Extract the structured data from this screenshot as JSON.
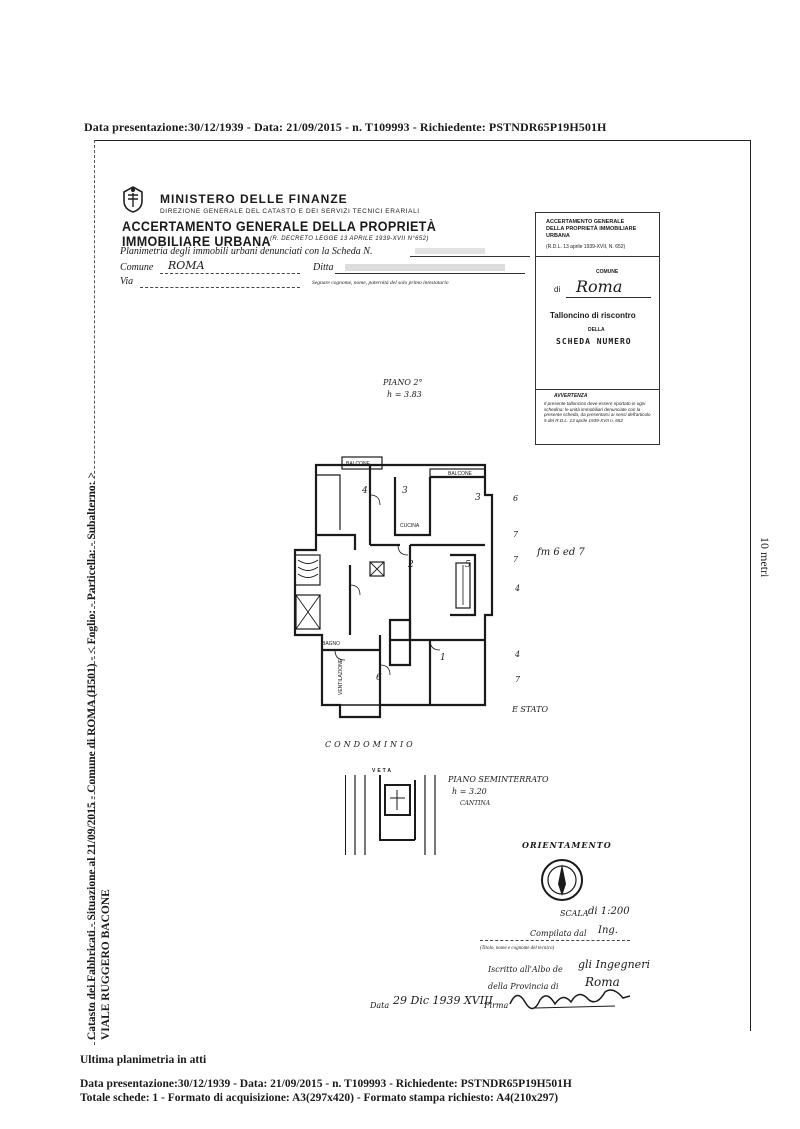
{
  "header": {
    "presentation_line": "Data presentazione:30/12/1939 - Data: 21/09/2015 - n. T109993 - Richiedente: PSTNDR65P19H501H"
  },
  "form": {
    "ministry": "MINISTERO DELLE FINANZE",
    "direzione": "Direzione generale del catasto e dei servizi tecnici erariali",
    "title": "ACCERTAMENTO GENERALE DELLA PROPRIETÀ IMMOBILIARE URBANA",
    "decreto": "(R. DECRETO LEGGE 13 APRILE 1939-XVII N°652)",
    "planimetria_label": "Planimetria degli immobili urbani denunciati con la Scheda N.",
    "comune_label": "Comune",
    "comune_value": "ROMA",
    "via_label": "Via",
    "ditta_label": "Ditta",
    "ditta_caption": "Segnare cognome, nome, paternità del solo primo intestatario"
  },
  "tally": {
    "header": "ACCERTAMENTO GENERALE DELLA PROPRIETÀ IMMOBILIARE URBANA",
    "decree": "(R.D.L. 13 aprile 1939-XVII, N. 652)",
    "comune_label": "COMUNE",
    "di_label": "di",
    "comune_value": "Roma",
    "tagliando_title": "Talloncino di riscontro",
    "della": "DELLA",
    "scheda_numero": "SCHEDA NUMERO",
    "avvertenza_title": "AVVERTENZA",
    "avvertenza_text": "Il presente talloncino deve essere riportato in ogni schedina: le unità immobiliari denunciate con la presente scheda, da presentarsi ai sensi dell'articolo 5 del R.D.L. 13 aprile 1939-XVII n. 652"
  },
  "plan": {
    "piano_label": "PIANO 2°",
    "height_label": "h = 3.83",
    "condominio": "CONDOMINIO",
    "stato_label": "E STATO",
    "balcone_1": "BALCONE",
    "balcone_2": "BALCONE",
    "cucina": "CUCINA",
    "bagno": "BAGNO",
    "ventilazione": "VENTILAZIONE",
    "edge_numbers": [
      "6",
      "7",
      "7",
      "4",
      "4",
      "7"
    ],
    "room_numbers": [
      "4",
      "3",
      "3",
      "5",
      "2",
      "6",
      "1"
    ],
    "scribble": "fm 6 ed 7"
  },
  "basement": {
    "label": "PIANO SEMINTERRATO",
    "height": "h = 3.20",
    "cantina": "CANTINA",
    "tag": "VETA"
  },
  "orientation": {
    "title": "ORIENTAMENTO",
    "scala_label": "SCALA",
    "scala_value": "di 1:200"
  },
  "signature": {
    "compilata_label": "Compilata dal",
    "compilata_value": "Ing.",
    "titolo_caption": "(Titolo, nome e cognome del tecnico)",
    "iscritto_label": "Iscritto all'Albo de",
    "iscritto_value": "gli Ingegneri",
    "provincia_label": "della Provincia di",
    "provincia_value": "Roma",
    "data_label": "Data",
    "data_value": "29 Dic 1939 XVIII",
    "firma_label": "Firma"
  },
  "side": {
    "left_vertical": "Catasto dei Fabbricati - Situazione al 21/09/2015 - Comune di ROMA (H501) - < Foglio: - Particella: - Subalterno: >",
    "street": "VIALE RUGGERO BACONE",
    "scale_bar": "10 metri"
  },
  "footer": {
    "last_plan": "Ultima planimetria in atti",
    "presentation_line": "Data presentazione:30/12/1939 - Data: 21/09/2015 - n. T109993 - Richiedente: PSTNDR65P19H501H",
    "totals_line": "Totale schede: 1 - Formato di acquisizione: A3(297x420) - Formato stampa richiesto: A4(210x297)"
  }
}
